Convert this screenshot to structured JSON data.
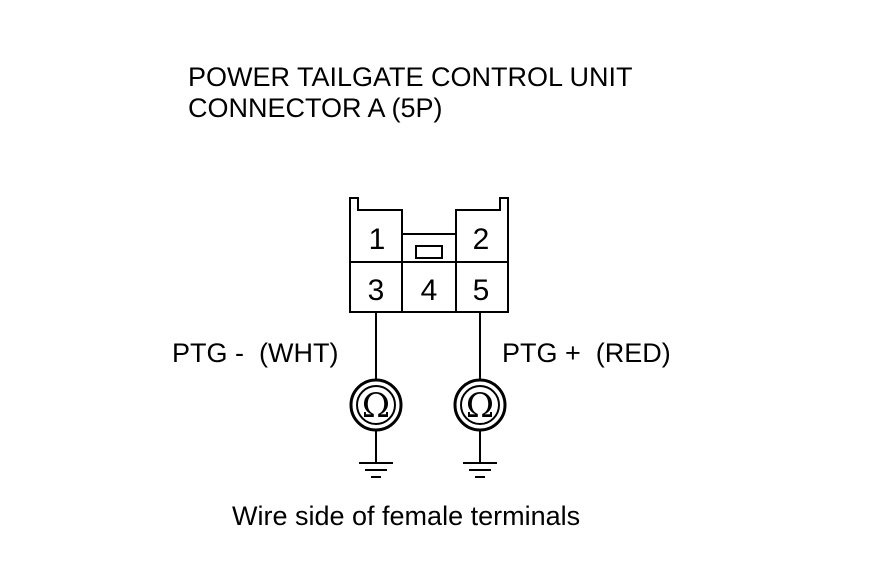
{
  "title": {
    "line1": "POWER TAILGATE CONTROL UNIT",
    "line2": "CONNECTOR A (5P)"
  },
  "connector": {
    "terminals": [
      {
        "id": "1",
        "label": "1"
      },
      {
        "id": "2",
        "label": "2"
      },
      {
        "id": "3",
        "label": "3"
      },
      {
        "id": "4",
        "label": "4"
      },
      {
        "id": "5",
        "label": "5"
      }
    ]
  },
  "wires": {
    "left": {
      "label": "PTG -  (WHT)",
      "terminal": "3"
    },
    "right": {
      "label": "PTG +  (RED)",
      "terminal": "5"
    }
  },
  "meter_symbol": "Ω",
  "footer": "Wire side of female terminals"
}
